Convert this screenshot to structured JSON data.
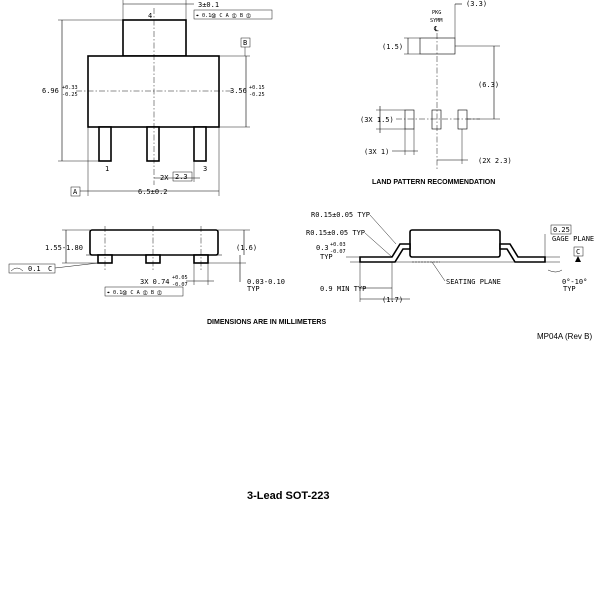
{
  "top_view": {
    "tab_width": "3±0.1",
    "tab_pin_number": "4",
    "tab_fcf": "⌖ 0.1Ⓜ C A Ⓢ B Ⓢ",
    "datum_b": "B",
    "body_height": "6.96",
    "body_height_tol_plus": "+0.33",
    "body_height_tol_minus": "-0.25",
    "body_width_right": "3.56",
    "body_width_right_tol_plus": "+0.15",
    "body_width_right_tol_minus": "-0.25",
    "pin1": "1",
    "pin3": "3",
    "pitch_label": "2X",
    "pitch_value": "2.3",
    "datum_a": "A",
    "overall_width": "6.5±0.2"
  },
  "land_pattern": {
    "pkg_label_1": "PKG",
    "pkg_label_2": "SYMM",
    "pkg_cl": "℄",
    "top_height": "(3.3)",
    "tab_pad_height": "(1.5)",
    "pad_span": "(6.3)",
    "pad_height": "(3X 1.5)",
    "pad_width": "(3X 1)",
    "pad_pitch": "(2X 2.3)",
    "caption": "LAND PATTERN RECOMMENDATION"
  },
  "side_view": {
    "height": "1.55-1.80",
    "height_right": "(1.6)",
    "flatness": "0.1",
    "flatness_datum": "C",
    "standoff": "0.03-0.10",
    "standoff_typ": "TYP",
    "lead_width": "3X 0.74",
    "lead_width_tol_plus": "+0.05",
    "lead_width_tol_minus": "-0.07",
    "lead_fcf": "⌖ 0.1Ⓜ C A Ⓢ B Ⓢ"
  },
  "lead_detail": {
    "r_top": "R0.15±0.05 TYP",
    "r_bottom": "R0.15±0.05 TYP",
    "lead_thickness": "0.3",
    "lead_thickness_tol_plus": "+0.03",
    "lead_thickness_tol_minus": "-0.07",
    "lead_thickness_typ": "TYP",
    "gage": "0.25",
    "gage_label": "GAGE PLANE",
    "datum_c": "C",
    "seating_plane": "SEATING PLANE",
    "min_length": "0.9 MIN TYP",
    "foot_length": "(1.7)",
    "angle": "0°-10°",
    "angle_typ": "TYP"
  },
  "dimensions_note": "DIMENSIONS ARE IN MILLIMETERS",
  "revision": "MP04A (Rev B)",
  "package_title": "3-Lead SOT-223"
}
